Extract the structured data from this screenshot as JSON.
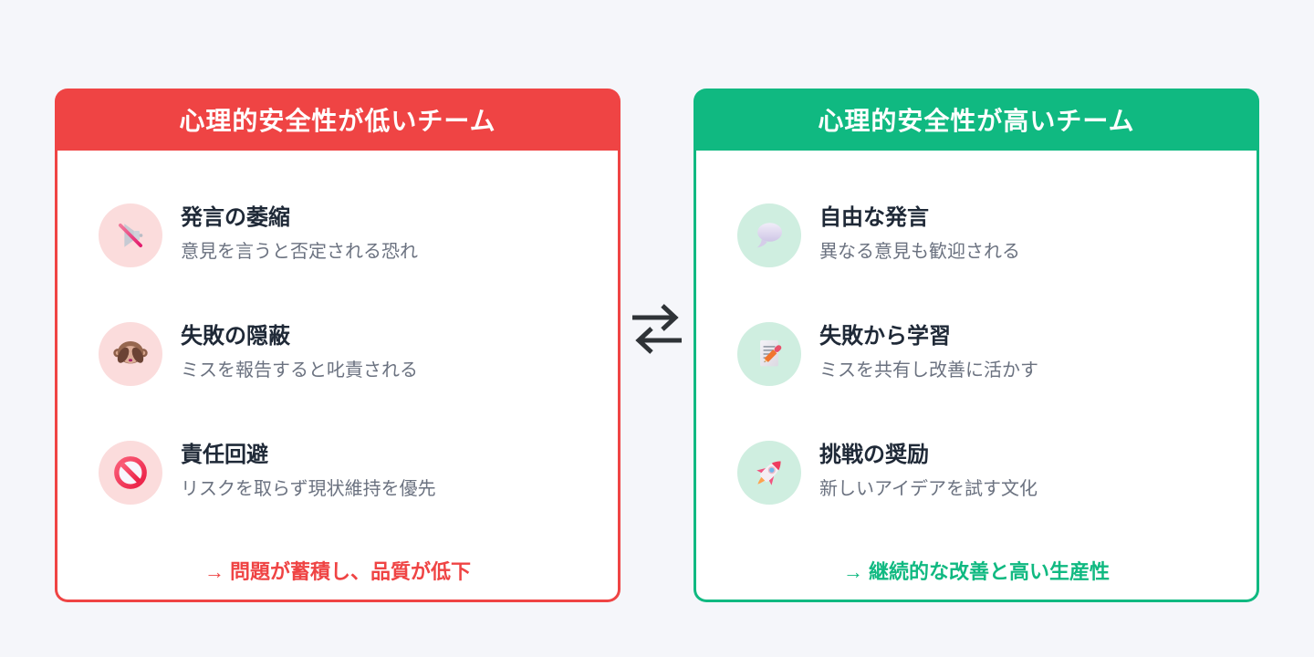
{
  "page": {
    "background": "#f5f6fa"
  },
  "divider": {
    "icon": "swap-arrows-icon",
    "color": "#2f3337"
  },
  "colors": {
    "accent_red": "#ef4444",
    "accent_green": "#10b981",
    "title_text": "#1f2937",
    "desc_text": "#6b7280",
    "icon_bg_red": "#fbdcdc",
    "icon_bg_green": "#cfeee0"
  },
  "cards": [
    {
      "header": "心理的安全性が低いチーム",
      "accent": "#ef4444",
      "items": [
        {
          "icon": "muted-speaker-icon",
          "title": "発言の萎縮",
          "desc": "意見を言うと否定される恐れ"
        },
        {
          "icon": "see-no-evil-monkey-icon",
          "title": "失敗の隠蔽",
          "desc": "ミスを報告すると叱責される"
        },
        {
          "icon": "prohibited-icon",
          "title": "責任回避",
          "desc": "リスクを取らず現状維持を優先"
        }
      ],
      "conclusion": "→ 問題が蓄積し、品質が低下"
    },
    {
      "header": "心理的安全性が高いチーム",
      "accent": "#10b981",
      "items": [
        {
          "icon": "speech-balloon-icon",
          "title": "自由な発言",
          "desc": "異なる意見も歓迎される"
        },
        {
          "icon": "memo-pencil-icon",
          "title": "失敗から学習",
          "desc": "ミスを共有し改善に活かす"
        },
        {
          "icon": "rocket-icon",
          "title": "挑戦の奨励",
          "desc": "新しいアイデアを試す文化"
        }
      ],
      "conclusion": "→ 継続的な改善と高い生産性"
    }
  ]
}
